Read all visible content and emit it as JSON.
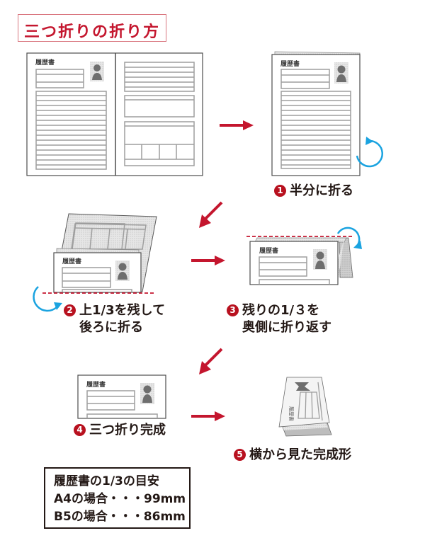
{
  "title": "三つ折りの折り方",
  "document_label": "履歴書",
  "steps": [
    {
      "number": "1",
      "lines": [
        "半分に折る"
      ]
    },
    {
      "number": "2",
      "lines": [
        "上1/3を残して",
        "後ろに折る"
      ]
    },
    {
      "number": "3",
      "lines": [
        "残りの1/３を",
        "奥側に折り返す"
      ]
    },
    {
      "number": "4",
      "lines": [
        "三つ折り完成"
      ]
    },
    {
      "number": "5",
      "lines": [
        "横から見た完成形"
      ]
    }
  ],
  "note": {
    "lines": [
      "履歴書の1/3の目安",
      "A4の場合・・・99mm",
      "B5の場合・・・86mm"
    ]
  },
  "colors": {
    "accent_red": "#c4162e",
    "arrow_red": "#c4162e",
    "rotate_blue": "#1aa3e0",
    "line_gray": "#9e9e9e",
    "outline": "#4d4d4d"
  },
  "icons": {
    "arrow": "red-arrow",
    "rotate": "curved-rotate-arrow",
    "photo": "person-silhouette"
  }
}
